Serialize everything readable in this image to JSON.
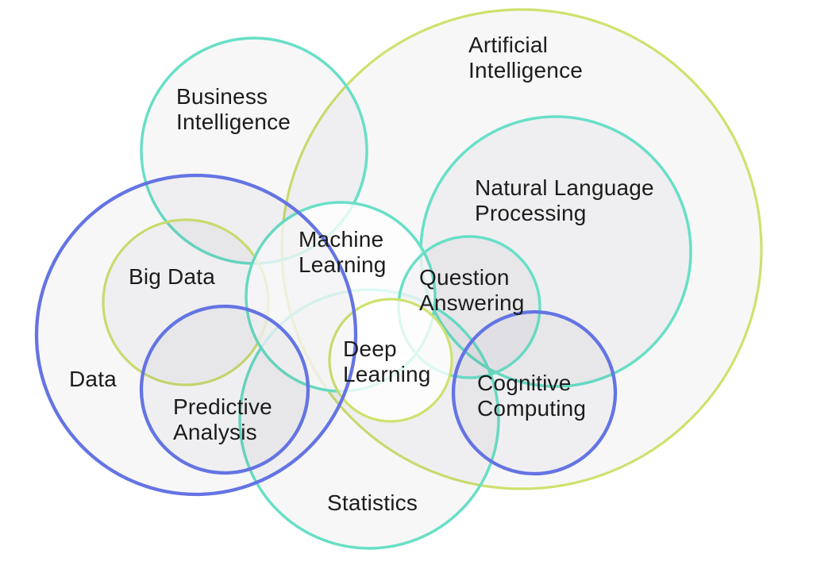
{
  "background_color": "#ffffff",
  "text_color": "#1c1c1c",
  "colors": {
    "teal": "#68dfc6",
    "lime": "#cde26e",
    "blue": "#6474e3"
  },
  "sets": {
    "artificial_intelligence": {
      "label": "Artificial\nIntelligence",
      "color": "#cde26e"
    },
    "business_intelligence": {
      "label": "Business\nIntelligence",
      "color": "#68dfc6"
    },
    "natural_language_processing": {
      "label": "Natural Language\nProcessing",
      "color": "#68dfc6"
    },
    "big_data": {
      "label": "Big Data",
      "color": "#cde26e"
    },
    "statistics": {
      "label": "Statistics",
      "color": "#68dfc6"
    },
    "machine_learning": {
      "label": "Machine\nLearning",
      "color": "#68dfc6"
    },
    "question_answering": {
      "label": "Question\nAnswering",
      "color": "#68dfc6"
    },
    "deep_learning": {
      "label": "Deep\nLearning",
      "color": "#cde26e"
    },
    "data": {
      "label": "Data",
      "color": "#6474e3"
    },
    "predictive_analysis": {
      "label": "Predictive\nAnalysis",
      "color": "#6474e3"
    },
    "cognitive_computing": {
      "label": "Cognitive\nComputing",
      "color": "#6474e3"
    }
  }
}
